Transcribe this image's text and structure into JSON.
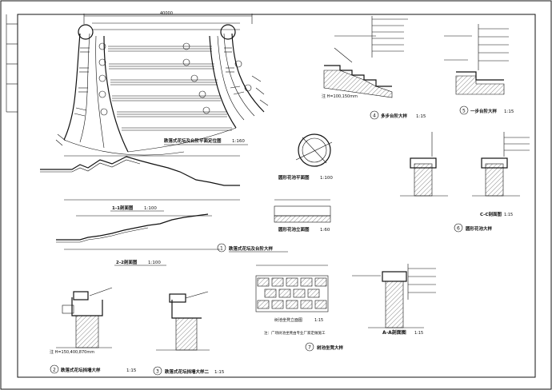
{
  "drawing": {
    "plan_title": "跌落式花坛及台阶平面定位图",
    "plan_scale": "1:160",
    "overall_dim": "40000",
    "section_1_title": "1-1剖面图",
    "section_1_scale": "1:100",
    "section_2_title": "2-2剖面图",
    "section_2_scale": "1:100",
    "callout_1_num": "1",
    "callout_1_title": "跌落式花坛及台阶大样",
    "callout_2_num": "2",
    "callout_2_title": "跌落式花坛挡墙大样",
    "callout_2_scale": "1:15",
    "callout_3_num": "3",
    "callout_3_title": "跌落式花坛挡墙大样二",
    "callout_3_scale": "1:15",
    "callout_4_num": "4",
    "callout_4_title": "多步台阶大样",
    "callout_4_scale": "1:15",
    "callout_5_num": "5",
    "callout_5_title": "一步台阶大样",
    "callout_5_scale": "1:15",
    "callout_6_num": "6",
    "callout_6_title": "圆形花池大样",
    "callout_7_num": "7",
    "callout_7_title": "树池坐凳大样",
    "round_plan_title": "圆形花池平面图",
    "round_plan_scale": "1:100",
    "round_elev_title": "圆形花池立面图",
    "round_elev_scale": "1:60",
    "cc_title": "C-C剖面图",
    "cc_scale": "1:15",
    "aa_title": "A-A剖面图",
    "aa_scale": "1:15",
    "bench_elev_title": "树池坐凳立面图",
    "bench_elev_scale": "1:15",
    "note_h": "注 H=150,400,870mm",
    "note_4": "注 H=100,150mm",
    "note_bench": "注：广场树池坐凳由专业厂家定做施工"
  }
}
